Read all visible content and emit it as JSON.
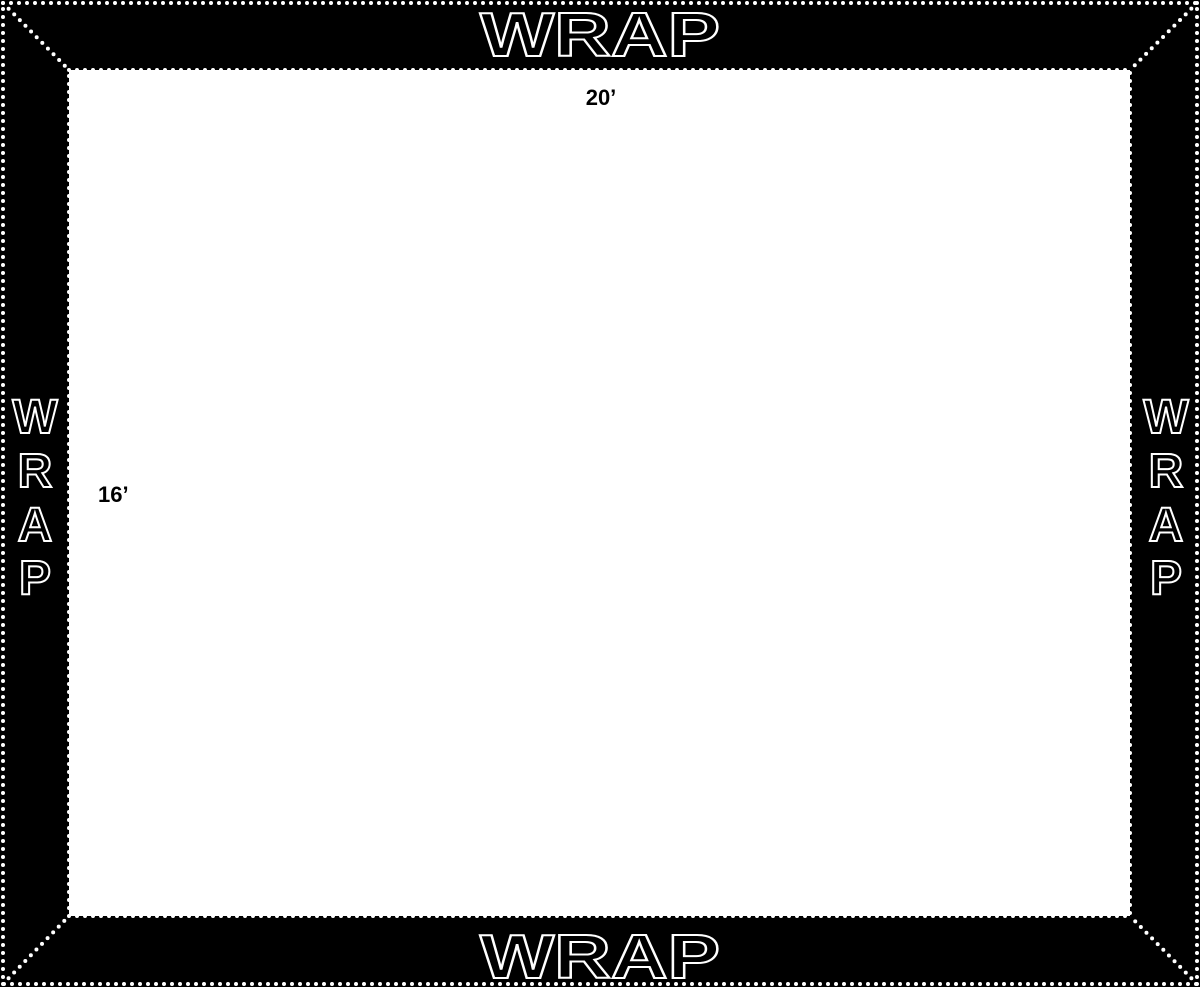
{
  "mat": {
    "colors": {
      "wrap_border": "#000000",
      "floor_area": "#ffffff",
      "seam": "#ffffff"
    },
    "wrap_labels": {
      "top": "WRAP",
      "bottom": "WRAP",
      "left": [
        "W",
        "R",
        "A",
        "P"
      ],
      "right": [
        "W",
        "R",
        "A",
        "P"
      ]
    },
    "dimensions": {
      "width_label": "20’",
      "height_label": "16’"
    }
  }
}
